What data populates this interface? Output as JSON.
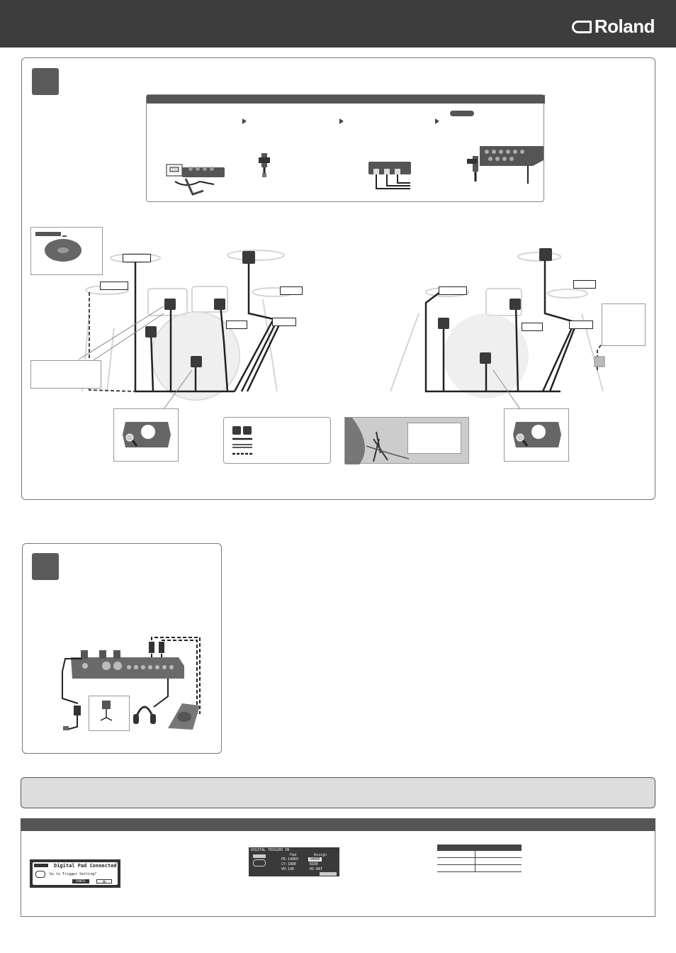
{
  "header": {
    "brand": "Roland"
  },
  "popup": {
    "title": "Digital Pad Connected",
    "message": "Go to Trigger Setting?",
    "cancel": "CANCEL",
    "ok": "OK"
  },
  "trigger_screen": {
    "title": "DIGITAL TRIGGER IN",
    "col_pad": "Pad",
    "col_assign": "Assign",
    "rows": [
      {
        "pad": "PD-140DS",
        "assign": "SNARE"
      },
      {
        "pad": "CY-18DR",
        "assign": "RIDE"
      },
      {
        "pad": "VH-14D",
        "assign": "HI-HAT"
      }
    ]
  }
}
